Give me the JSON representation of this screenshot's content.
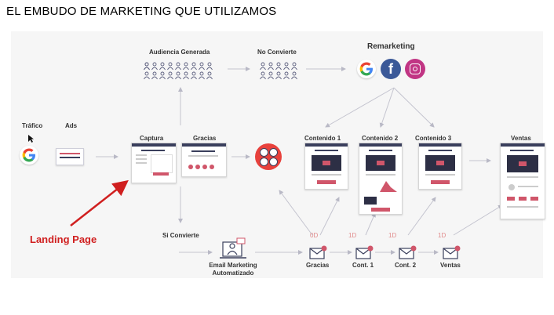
{
  "header": {
    "title": "EL EMBUDO DE MARKETING  QUE UTILIZAMOS"
  },
  "labels": {
    "trafico": "Tráfico",
    "ads": "Ads",
    "captura": "Captura",
    "gracias_page": "Gracias",
    "audiencia": "Audiencia Generada",
    "no_convierte": "No Convierte",
    "remarketing": "Remarketing",
    "contenido1": "Contenido 1",
    "contenido2": "Contenido 2",
    "contenido3": "Contenido 3",
    "ventas_page": "Ventas",
    "si_convierte": "Si Convierte",
    "email_line1": "Email Marketing",
    "email_line2": "Automatizado",
    "gracias_email": "Gracias",
    "cont1": "Cont. 1",
    "cont2": "Cont. 2",
    "ventas_email": "Ventas",
    "landing_page": "Landing Page"
  },
  "days": {
    "d0": "0D",
    "d1a": "1D",
    "d1b": "1D",
    "d1c": "1D"
  },
  "icons": {
    "google": "G",
    "facebook": "f",
    "instagram": "instagram-icon"
  },
  "colors": {
    "google_blue": "#4285F4",
    "google_red": "#EA4335",
    "google_yellow": "#FBBC05",
    "google_green": "#34A853",
    "facebook": "#3b5998",
    "instagram": "#c13584",
    "accent_red": "#d01f1f",
    "dark_navy": "#3a3f5c"
  }
}
